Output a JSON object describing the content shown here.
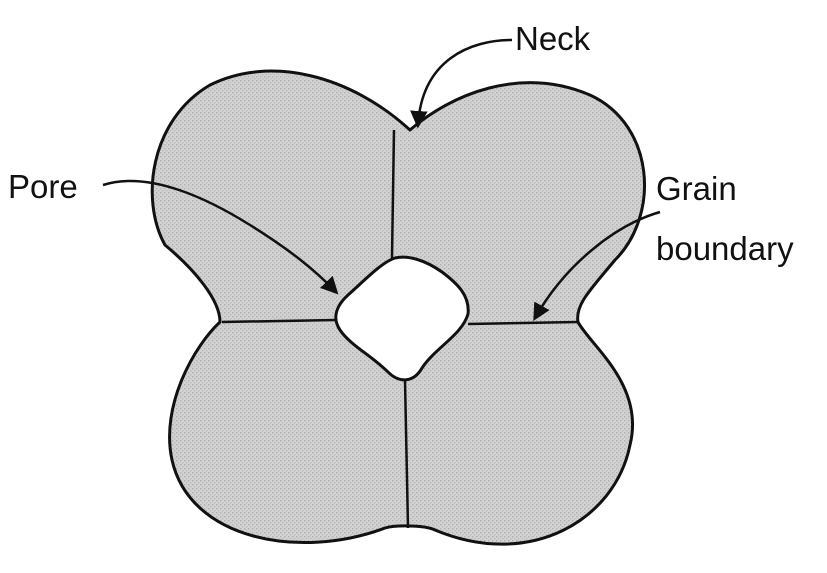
{
  "labels": {
    "neck": "Neck",
    "pore": "Pore",
    "grain_boundary_line1": "Grain",
    "grain_boundary_line2": "boundary"
  },
  "colors": {
    "background": "#ffffff",
    "particle_fill": "#d2d2d2",
    "particle_texture": "#b5b5b5",
    "outline": "#111111",
    "text": "#111111"
  }
}
